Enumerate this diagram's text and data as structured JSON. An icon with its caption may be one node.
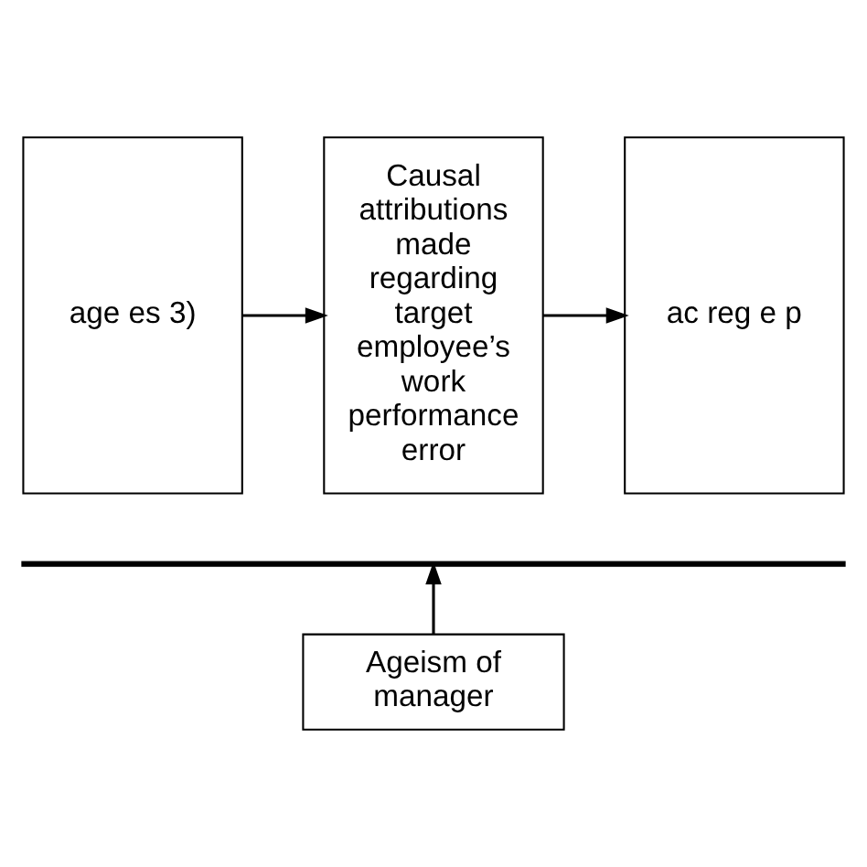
{
  "diagram": {
    "nodes": [
      {
        "text": [
          "age es 3)"
        ]
      },
      {
        "text": [
          "Causal attributions made regarding target employee’s work performance error"
        ]
      },
      {
        "text": [
          "ac reg e p"
        ]
      },
      {
        "text": [],
        "shape": "bar"
      },
      {
        "text": [
          "Ageism of manager"
        ]
      }
    ],
    "edges": [
      {
        "from": 0,
        "to": 1,
        "arrow": "to"
      },
      {
        "from": 1,
        "to": 2,
        "arrow": "to"
      },
      {
        "from": 4,
        "to": 3,
        "arrow": "to"
      }
    ]
  }
}
